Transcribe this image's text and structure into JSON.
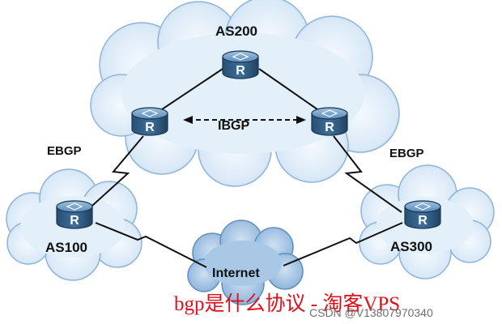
{
  "labels": {
    "as200": "AS200",
    "as100": "AS100",
    "as300": "AS300",
    "internet": "Internet",
    "ibgp": "IBGP",
    "ebgp_left": "EBGP",
    "ebgp_right": "EBGP"
  },
  "router_glyph": "R",
  "caption": "bgp是什么协议 - 淘客VPS",
  "watermark": "CSDN @V13807970340",
  "colors": {
    "cloud_fill": "#d9e8f6",
    "internet_fill": "#a9c8e6",
    "router_body": "#2f5d83",
    "link": "#111111",
    "caption": "#e0101c"
  }
}
